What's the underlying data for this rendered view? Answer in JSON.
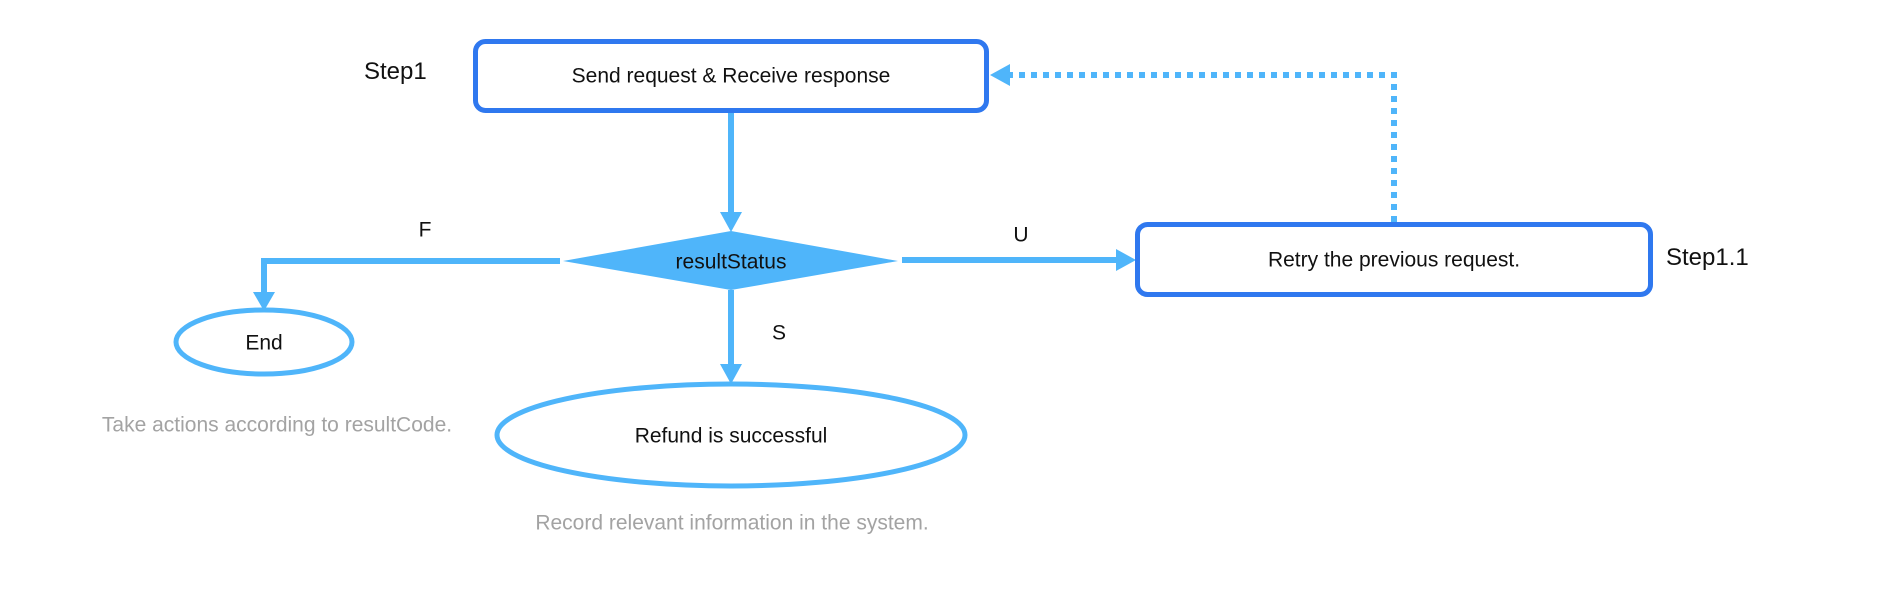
{
  "colors": {
    "process_border": "#2f78ef",
    "connector": "#4fb5fa",
    "decision_fill": "#4fb5fa",
    "caption_text": "#a3a3a3",
    "text": "#111111"
  },
  "nodes": {
    "step1": {
      "step_label": "Step1",
      "text": "Send request & Receive response",
      "shape": "rounded-rectangle"
    },
    "decision": {
      "text": "resultStatus",
      "shape": "diamond"
    },
    "end": {
      "text": "End",
      "shape": "ellipse",
      "caption": "Take actions according to resultCode."
    },
    "success": {
      "text": "Refund is successful",
      "shape": "ellipse",
      "caption": "Record relevant information in the system."
    },
    "retry": {
      "step_label": "Step1.1",
      "text": "Retry the previous request.",
      "shape": "rounded-rectangle"
    }
  },
  "edges": [
    {
      "from": "step1",
      "to": "decision",
      "label": "",
      "style": "solid"
    },
    {
      "from": "decision",
      "to": "end",
      "label": "F",
      "style": "solid"
    },
    {
      "from": "decision",
      "to": "success",
      "label": "S",
      "style": "solid"
    },
    {
      "from": "decision",
      "to": "retry",
      "label": "U",
      "style": "solid"
    },
    {
      "from": "retry",
      "to": "step1",
      "label": "",
      "style": "dotted"
    }
  ]
}
